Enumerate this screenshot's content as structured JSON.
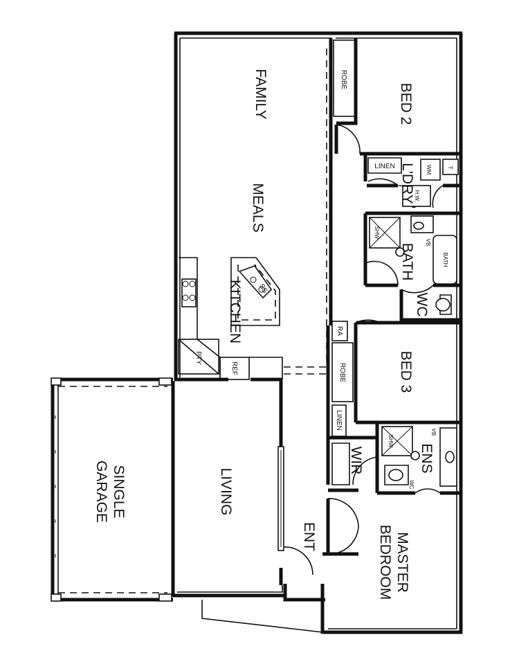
{
  "rooms": {
    "family": "FAMILY",
    "meals": "MEALS",
    "kitchen": "KITCHEN",
    "bed2": "BED 2",
    "bed3": "BED 3",
    "laundry": "L'DRY",
    "bath": "BATH",
    "wc": "WC",
    "living": "LIVING",
    "single": "SINGLE",
    "garage": "GARAGE",
    "entry": "ENT",
    "wir": "WIR",
    "ensuite": "ENS",
    "master": "MASTER",
    "bedroom": "BEDROOM"
  },
  "fixtures": {
    "robe_bed2": "ROBE",
    "robe_bed3": "ROBE",
    "linen_upper": "LINEN",
    "linen_lower": "LINEN",
    "wm": "WM",
    "trough": "T",
    "hot_water": "H.W.",
    "bath_tub": "BATH",
    "vanity_bath": "VB",
    "vanity_ens": "VB",
    "shower_bath": "SHW",
    "shower_ens": "SHW",
    "pantry": "PTY",
    "fridge": "REF",
    "sink": "SS",
    "ra": "RA",
    "wc_ens": "WC"
  }
}
